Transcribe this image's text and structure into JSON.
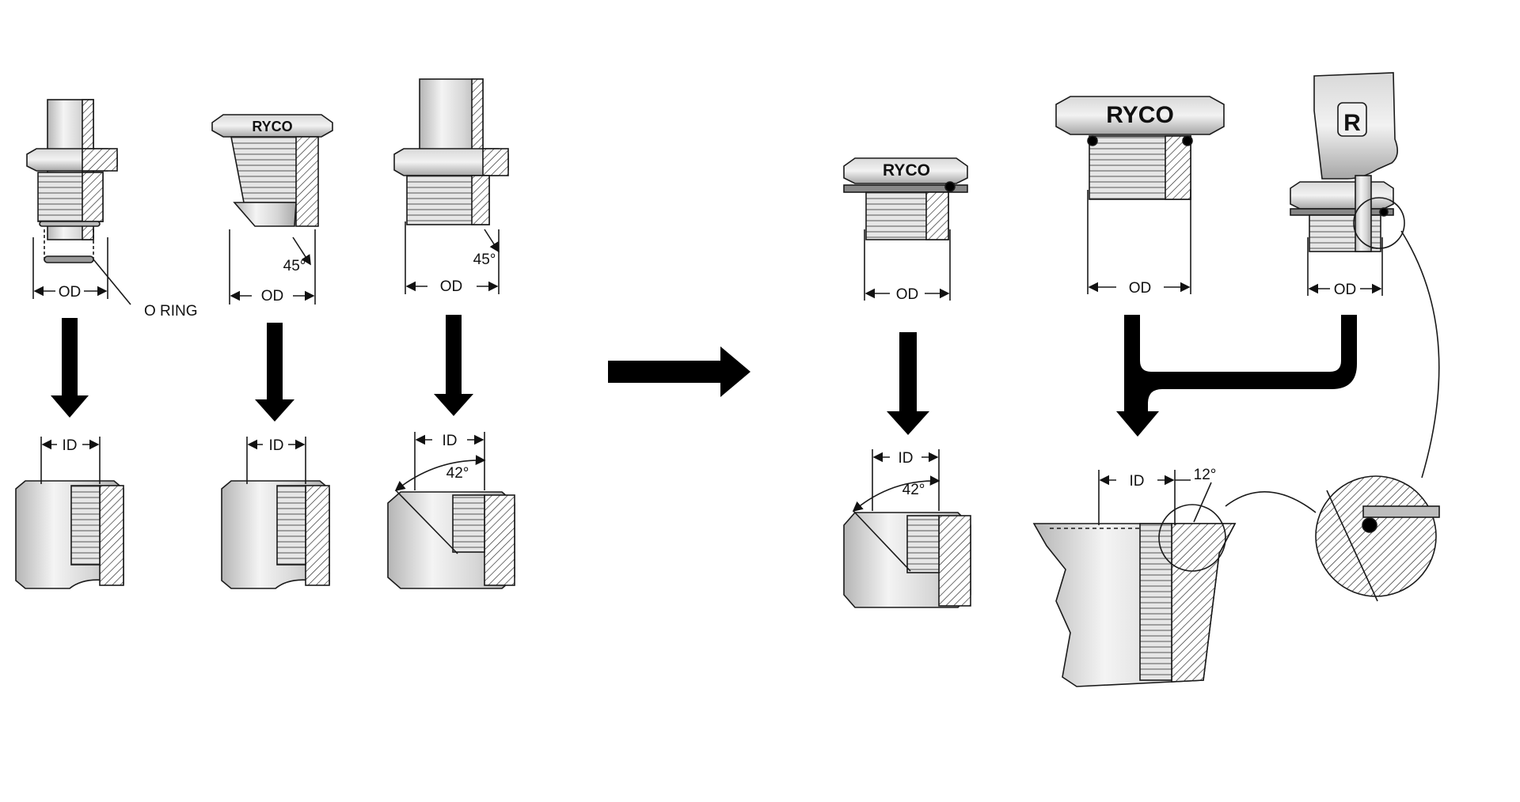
{
  "diagram": {
    "labels": {
      "od": "OD",
      "id": "ID",
      "o_ring": "O RING",
      "brand": "RYCO",
      "logo_letter": "R",
      "angle_45": "45°",
      "angle_42": "42°",
      "angle_12": "12°"
    },
    "colors": {
      "metal_light": "#eeeeee",
      "metal_mid": "#cfcfcf",
      "metal_dark": "#9a9a9a",
      "outline": "#1a1a1a",
      "arrow": "#000000"
    },
    "icons": [
      "fitting-to-port-arrow",
      "down-arrow",
      "merge-arrow",
      "detail-magnifier"
    ]
  }
}
